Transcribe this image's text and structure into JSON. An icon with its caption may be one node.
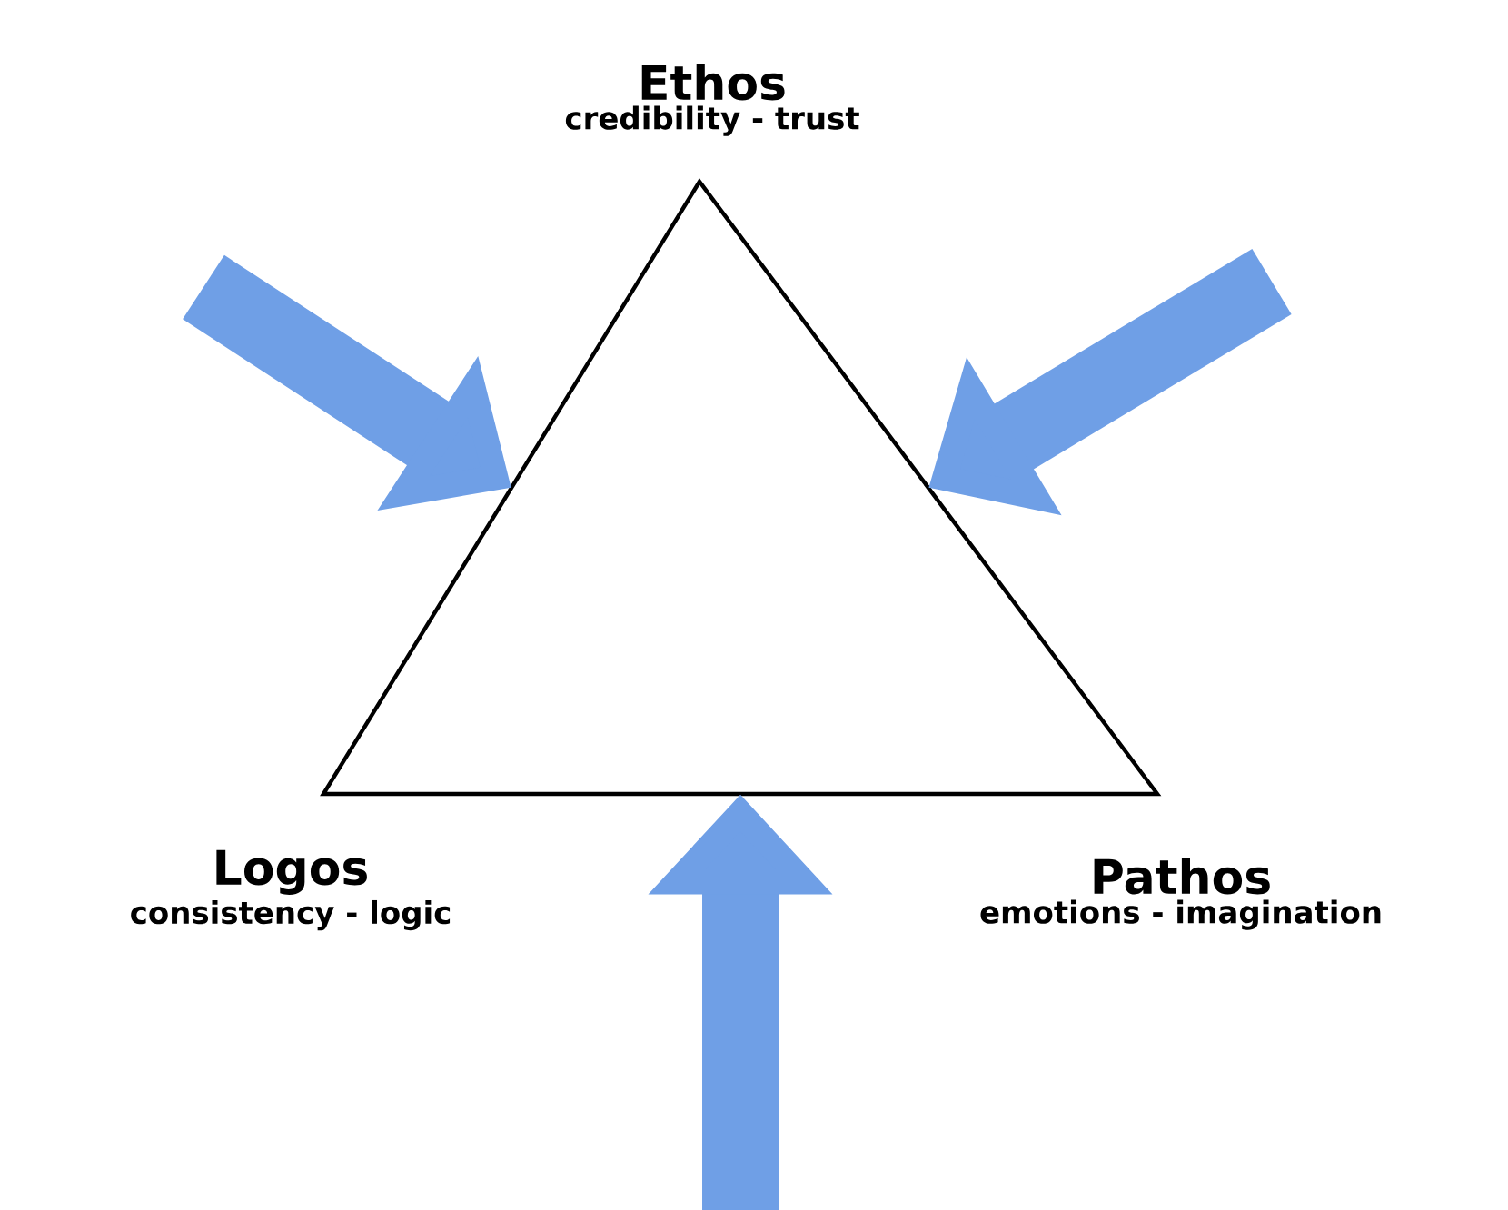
{
  "diagram": {
    "nodes": [
      {
        "text": [
          "Ethos",
          "credibility - trust"
        ]
      },
      {
        "text": [
          "Logos",
          "consistency - logic"
        ]
      },
      {
        "text": [
          "Pathos",
          "emotions - imagination"
        ]
      },
      {
        "text": [],
        "shape": "triangle"
      }
    ],
    "edges": [
      {
        "from": null,
        "to": 3,
        "arrow": "to"
      },
      {
        "from": null,
        "to": 3,
        "arrow": "to"
      },
      {
        "from": null,
        "to": 3,
        "arrow": "to"
      }
    ]
  }
}
